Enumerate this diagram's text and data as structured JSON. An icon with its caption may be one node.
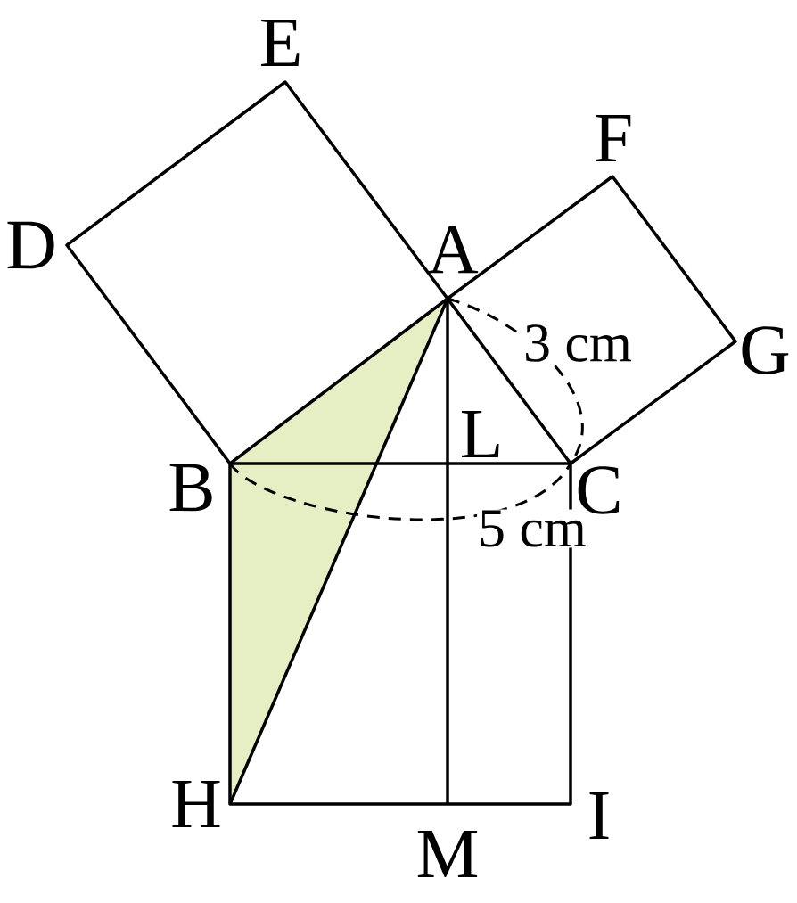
{
  "diagram": {
    "labels": [
      "E",
      "F",
      "D",
      "A",
      "3 cm",
      "G",
      "L",
      "B",
      "C",
      "5 cm",
      "H",
      "I",
      "M"
    ]
  }
}
